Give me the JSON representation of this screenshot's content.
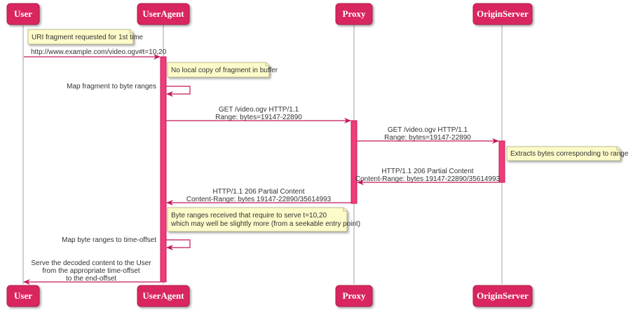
{
  "participants": [
    "User",
    "UserAgent",
    "Proxy",
    "OriginServer"
  ],
  "notes": [
    {
      "lines": [
        "URI fragment requested for 1st time"
      ]
    },
    {
      "lines": [
        "No local copy of fragment in buffer"
      ]
    },
    {
      "lines": [
        "Extracts bytes corresponding to range"
      ]
    },
    {
      "lines": [
        "Byte ranges received that require to serve t=10,20",
        "which may well be slightly more (from a seekable entry point)"
      ]
    }
  ],
  "messages": [
    {
      "lines": [
        "http://www.example.com/video.ogv#t=10,20"
      ]
    },
    {
      "lines": [
        "Map fragment to byte ranges"
      ]
    },
    {
      "lines": [
        "GET /video.ogv HTTP/1.1",
        "Range: bytes=19147-22890"
      ]
    },
    {
      "lines": [
        "GET /video.ogv HTTP/1.1",
        "Range: bytes=19147-22890"
      ]
    },
    {
      "lines": [
        "HTTP/1.1 206 Partial Content",
        "Content-Range: bytes 19147-22890/35614993"
      ]
    },
    {
      "lines": [
        "HTTP/1.1 206 Partial Content",
        "Content-Range: bytes 19147-22890/35614993"
      ]
    },
    {
      "lines": [
        "Map byte ranges to time-offset"
      ]
    },
    {
      "lines": [
        "Serve the decoded content to the User",
        "from the appropriate time-offset",
        "to the end-offset"
      ]
    }
  ]
}
